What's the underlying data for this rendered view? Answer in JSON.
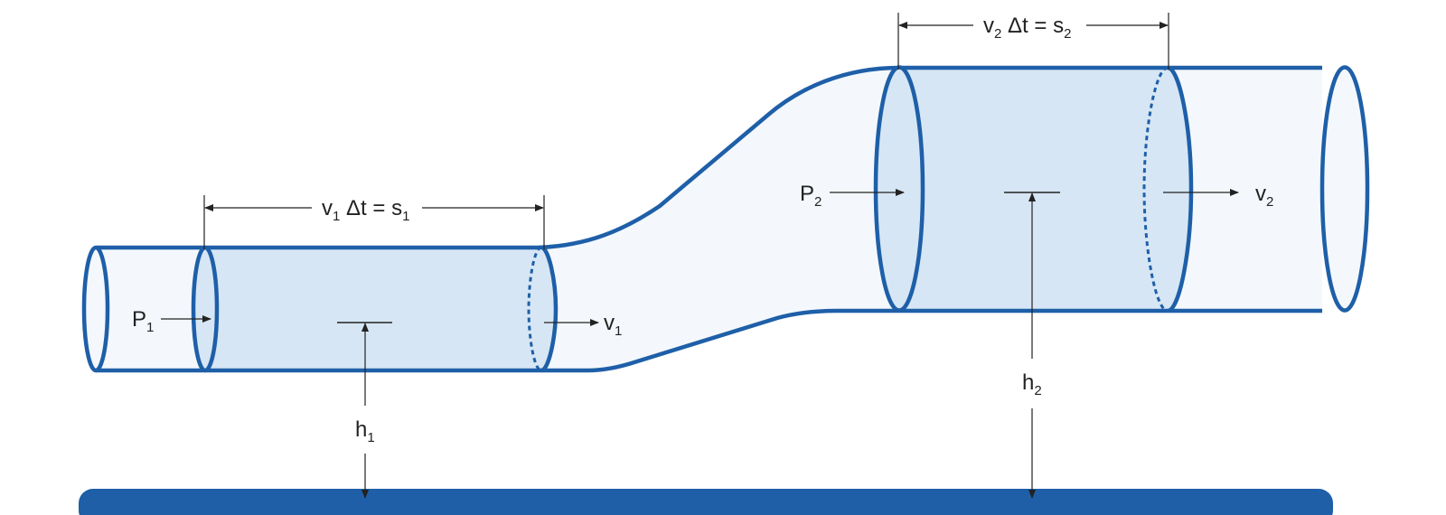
{
  "colors": {
    "pipe_stroke": "#1e5fa8",
    "pipe_fill": "#f4f8fc",
    "fluid_fill": "#d6e6f4",
    "ground": "#1e5fa8",
    "annotation": "#222222"
  },
  "labels": {
    "p1": {
      "main": "P",
      "sub": "1"
    },
    "p2": {
      "main": "P",
      "sub": "2"
    },
    "v1": {
      "main": "v",
      "sub": "1"
    },
    "v2": {
      "main": "v",
      "sub": "2"
    },
    "h1": {
      "main": "h",
      "sub": "1"
    },
    "h2": {
      "main": "h",
      "sub": "2"
    },
    "s1_eq": {
      "v": "v",
      "v_sub": "1",
      "mid": " Δt = s",
      "s_sub": "1"
    },
    "s2_eq": {
      "v": "v",
      "v_sub": "2",
      "mid": " Δt = s",
      "s_sub": "2"
    }
  }
}
